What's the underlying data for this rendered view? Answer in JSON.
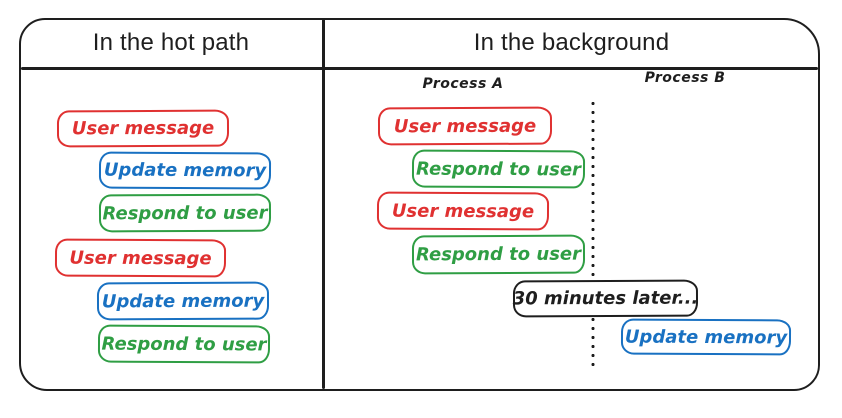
{
  "colors": {
    "red": "#e03131",
    "blue": "#1971c2",
    "green": "#2f9e44",
    "ink": "#1e1e1e"
  },
  "hot_path": {
    "title": "In the hot path",
    "boxes": [
      {
        "label": "User message",
        "color": "red"
      },
      {
        "label": "Update memory",
        "color": "blue"
      },
      {
        "label": "Respond to user",
        "color": "green"
      },
      {
        "label": "User message",
        "color": "red"
      },
      {
        "label": "Update memory",
        "color": "blue"
      },
      {
        "label": "Respond to user",
        "color": "green"
      }
    ]
  },
  "background": {
    "title": "In the background",
    "process_a": {
      "label": "Process A",
      "boxes": [
        {
          "label": "User message",
          "color": "red"
        },
        {
          "label": "Respond to user",
          "color": "green"
        },
        {
          "label": "User message",
          "color": "red"
        },
        {
          "label": "Respond to user",
          "color": "green"
        }
      ]
    },
    "process_b": {
      "label": "Process B",
      "boxes": [
        {
          "label": "Update memory",
          "color": "blue"
        }
      ]
    },
    "timeline_note": "30 minutes later..."
  }
}
